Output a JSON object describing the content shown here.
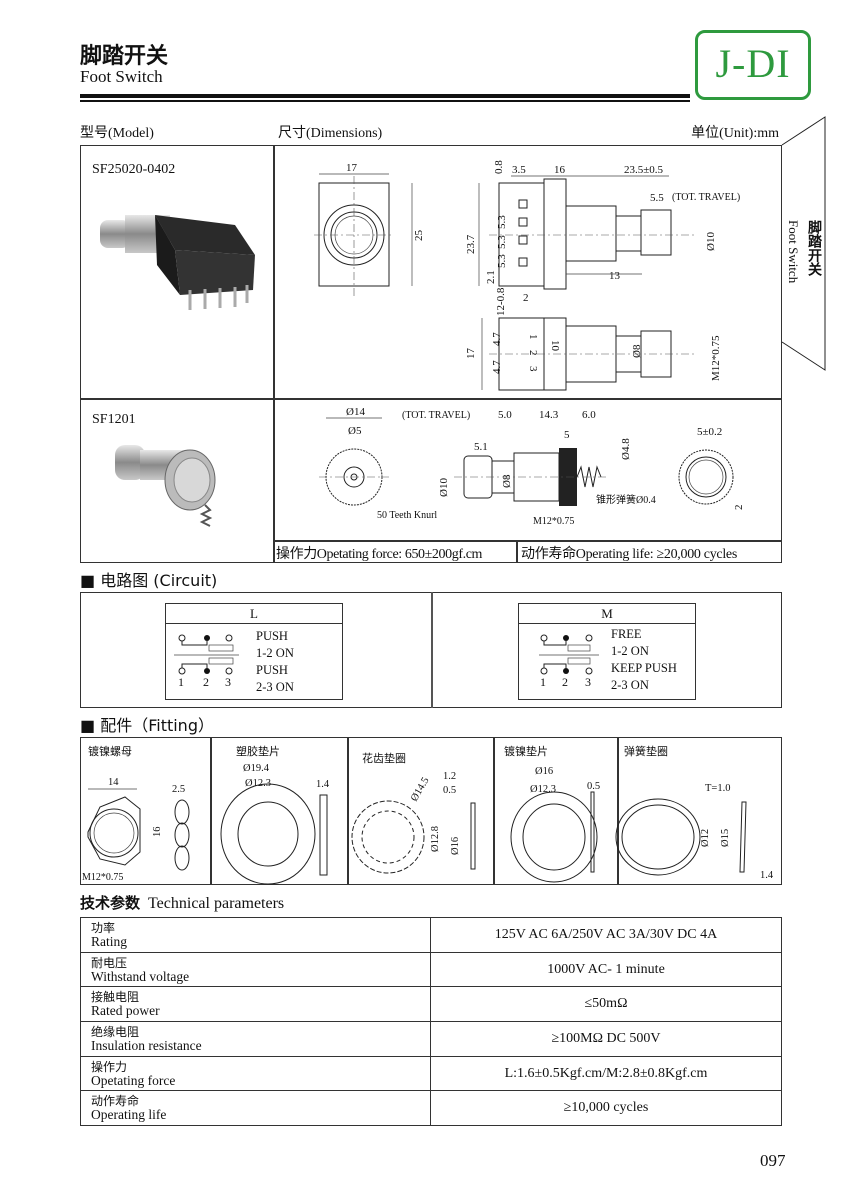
{
  "header": {
    "title_cn": "脚踏开关",
    "title_en": "Foot Switch",
    "logo": "J-DI",
    "model_label": "型号(Model)",
    "dimensions_label": "尺寸(Dimensions)",
    "unit_label": "单位(Unit):mm"
  },
  "side_tab": {
    "cn": "脚踏开关",
    "en": "Foot Switch"
  },
  "products": [
    {
      "model": "SF25020-0402",
      "dims": {
        "w": "17",
        "h": "25",
        "d08": "0.8",
        "d35": "3.5",
        "d16": "16",
        "d235": "23.5±0.5",
        "travel": "5.5",
        "travel_label": "(TOT. TRAVEL)",
        "d237": "23.7",
        "d53a": "5.3",
        "d53b": "5.3",
        "d53c": "5.3",
        "d21": "2.1",
        "d2": "2",
        "d13": "13",
        "dia10": "Ø10",
        "pins": "12-0.8",
        "d17": "17",
        "d47a": "4.7",
        "d47b": "4.7",
        "d10": "10",
        "p1": "1",
        "p2": "2",
        "p3": "3",
        "dia8": "Ø8",
        "thread": "M12*0.75"
      }
    },
    {
      "model": "SF1201",
      "dims": {
        "dia14": "Ø14",
        "dia5": "Ø5",
        "knurl": "50 Teeth Knurl",
        "travel_label": "(TOT. TRAVEL)",
        "d50": "5.0",
        "d143": "14.3",
        "d60": "6.0",
        "d5": "5",
        "d51": "5.1",
        "dia10": "Ø10",
        "dia8": "Ø8",
        "dia48": "Ø4.8",
        "spring": "锥形弹簧Ø0.4",
        "thread": "M12*0.75",
        "d502": "5±0.2",
        "d2": "2"
      },
      "force": "操作力Opetating force: 650±200gf.cm",
      "life": "动作寿命Operating  life: ≥20,000 cycles"
    }
  ],
  "circuit": {
    "title": "■ 电路图 (Circuit)",
    "panels": [
      {
        "name": "L",
        "line1": "PUSH",
        "line2": "1-2  ON",
        "line3": "PUSH",
        "line4": "2-3  ON",
        "pins": [
          "1",
          "2",
          "3"
        ]
      },
      {
        "name": "M",
        "line1": "FREE",
        "line2": "1-2  ON",
        "line3": "KEEP  PUSH",
        "line4": "2-3  ON",
        "pins": [
          "1",
          "2",
          "3"
        ]
      }
    ]
  },
  "fitting": {
    "title": "■ 配件（Fitting）",
    "items": [
      {
        "name": "镀镍螺母",
        "dims": [
          "14",
          "2.5",
          "16",
          "M12*0.75"
        ]
      },
      {
        "name": "塑胶垫片",
        "dims": [
          "Ø19.4",
          "Ø12.3",
          "1.4"
        ]
      },
      {
        "name": "花齿垫圈",
        "dims": [
          "Ø14.5",
          "1.2",
          "0.5",
          "Ø12.8",
          "Ø16"
        ]
      },
      {
        "name": "镀镍垫片",
        "dims": [
          "Ø16",
          "Ø12.3",
          "0.5"
        ]
      },
      {
        "name": "弹簧垫圈",
        "dims": [
          "T=1.0",
          "Ø12",
          "Ø15",
          "1.4"
        ]
      }
    ]
  },
  "params": {
    "title_cn": "技术参数",
    "title_en": "Technical parameters",
    "rows": [
      {
        "cn": "功率",
        "en": "Rating",
        "value": "125V AC  6A/250V AC  3A/30V DC 4A"
      },
      {
        "cn": "耐电压",
        "en": "Withstand voltage",
        "value": "1000V AC- 1 minute"
      },
      {
        "cn": "接触电阻",
        "en": "Rated power",
        "value": "≤50mΩ"
      },
      {
        "cn": "绝缘电阻",
        "en": "Insulation  resistance",
        "value": "≥100MΩ  DC 500V"
      },
      {
        "cn": "操作力",
        "en": "Opetating force",
        "value": "L:1.6±0.5Kgf.cm/M:2.8±0.8Kgf.cm"
      },
      {
        "cn": "动作寿命",
        "en": "Operating  life",
        "value": "≥10,000 cycles"
      }
    ]
  },
  "page_number": "097"
}
